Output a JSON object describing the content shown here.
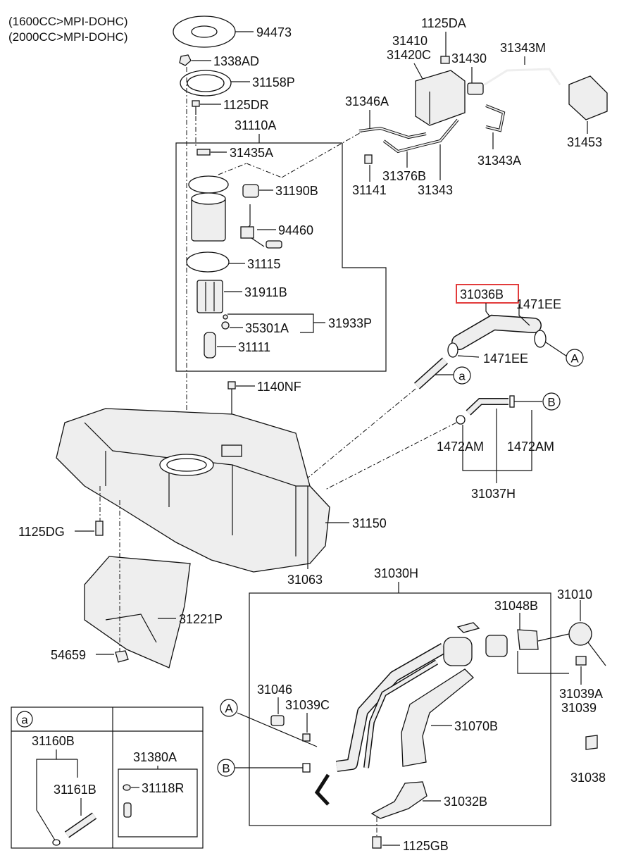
{
  "engine_notes": [
    "(1600CC>MPI-DOHC)",
    "(2000CC>MPI-DOHC)"
  ],
  "highlighted_part": "31036B",
  "part_labels": {
    "p94473": "94473",
    "p1338AD": "1338AD",
    "p31158P": "31158P",
    "p1125DR": "1125DR",
    "p31110A": "31110A",
    "p31435A": "31435A",
    "p31190B": "31190B",
    "p94460": "94460",
    "p31115": "31115",
    "p31911B": "31911B",
    "p35301A": "35301A",
    "p31933P": "31933P",
    "p31111": "31111",
    "p1125DA": "1125DA",
    "p31410": "31410",
    "p31420C": "31420C",
    "p31430": "31430",
    "p31343M": "31343M",
    "p31346A": "31346A",
    "p31453": "31453",
    "p31343A": "31343A",
    "p31376B": "31376B",
    "p31141": "31141",
    "p31343": "31343",
    "p31036B": "31036B",
    "p1471EE_top": "1471EE",
    "p1471EE_bot": "1471EE",
    "p1140NF": "1140NF",
    "p1472AM_left": "1472AM",
    "p1472AM_right": "1472AM",
    "p31037H": "31037H",
    "p1125DG": "1125DG",
    "p31150": "31150",
    "p31063": "31063",
    "p31030H": "31030H",
    "p31010": "31010",
    "p31048B": "31048B",
    "p31221P": "31221P",
    "p54659": "54659",
    "p31039A": "31039A",
    "p31039": "31039",
    "p31046": "31046",
    "p31039C": "31039C",
    "p31070B": "31070B",
    "p31038": "31038",
    "p31032B": "31032B",
    "p1125GB": "1125GB",
    "p31160B": "31160B",
    "p31161B": "31161B",
    "p31380A": "31380A",
    "p31118R": "31118R"
  },
  "callouts": {
    "a_main": "a",
    "a_inset": "a",
    "A_right": "A",
    "A_left": "A",
    "B_right": "B",
    "B_left": "B"
  }
}
